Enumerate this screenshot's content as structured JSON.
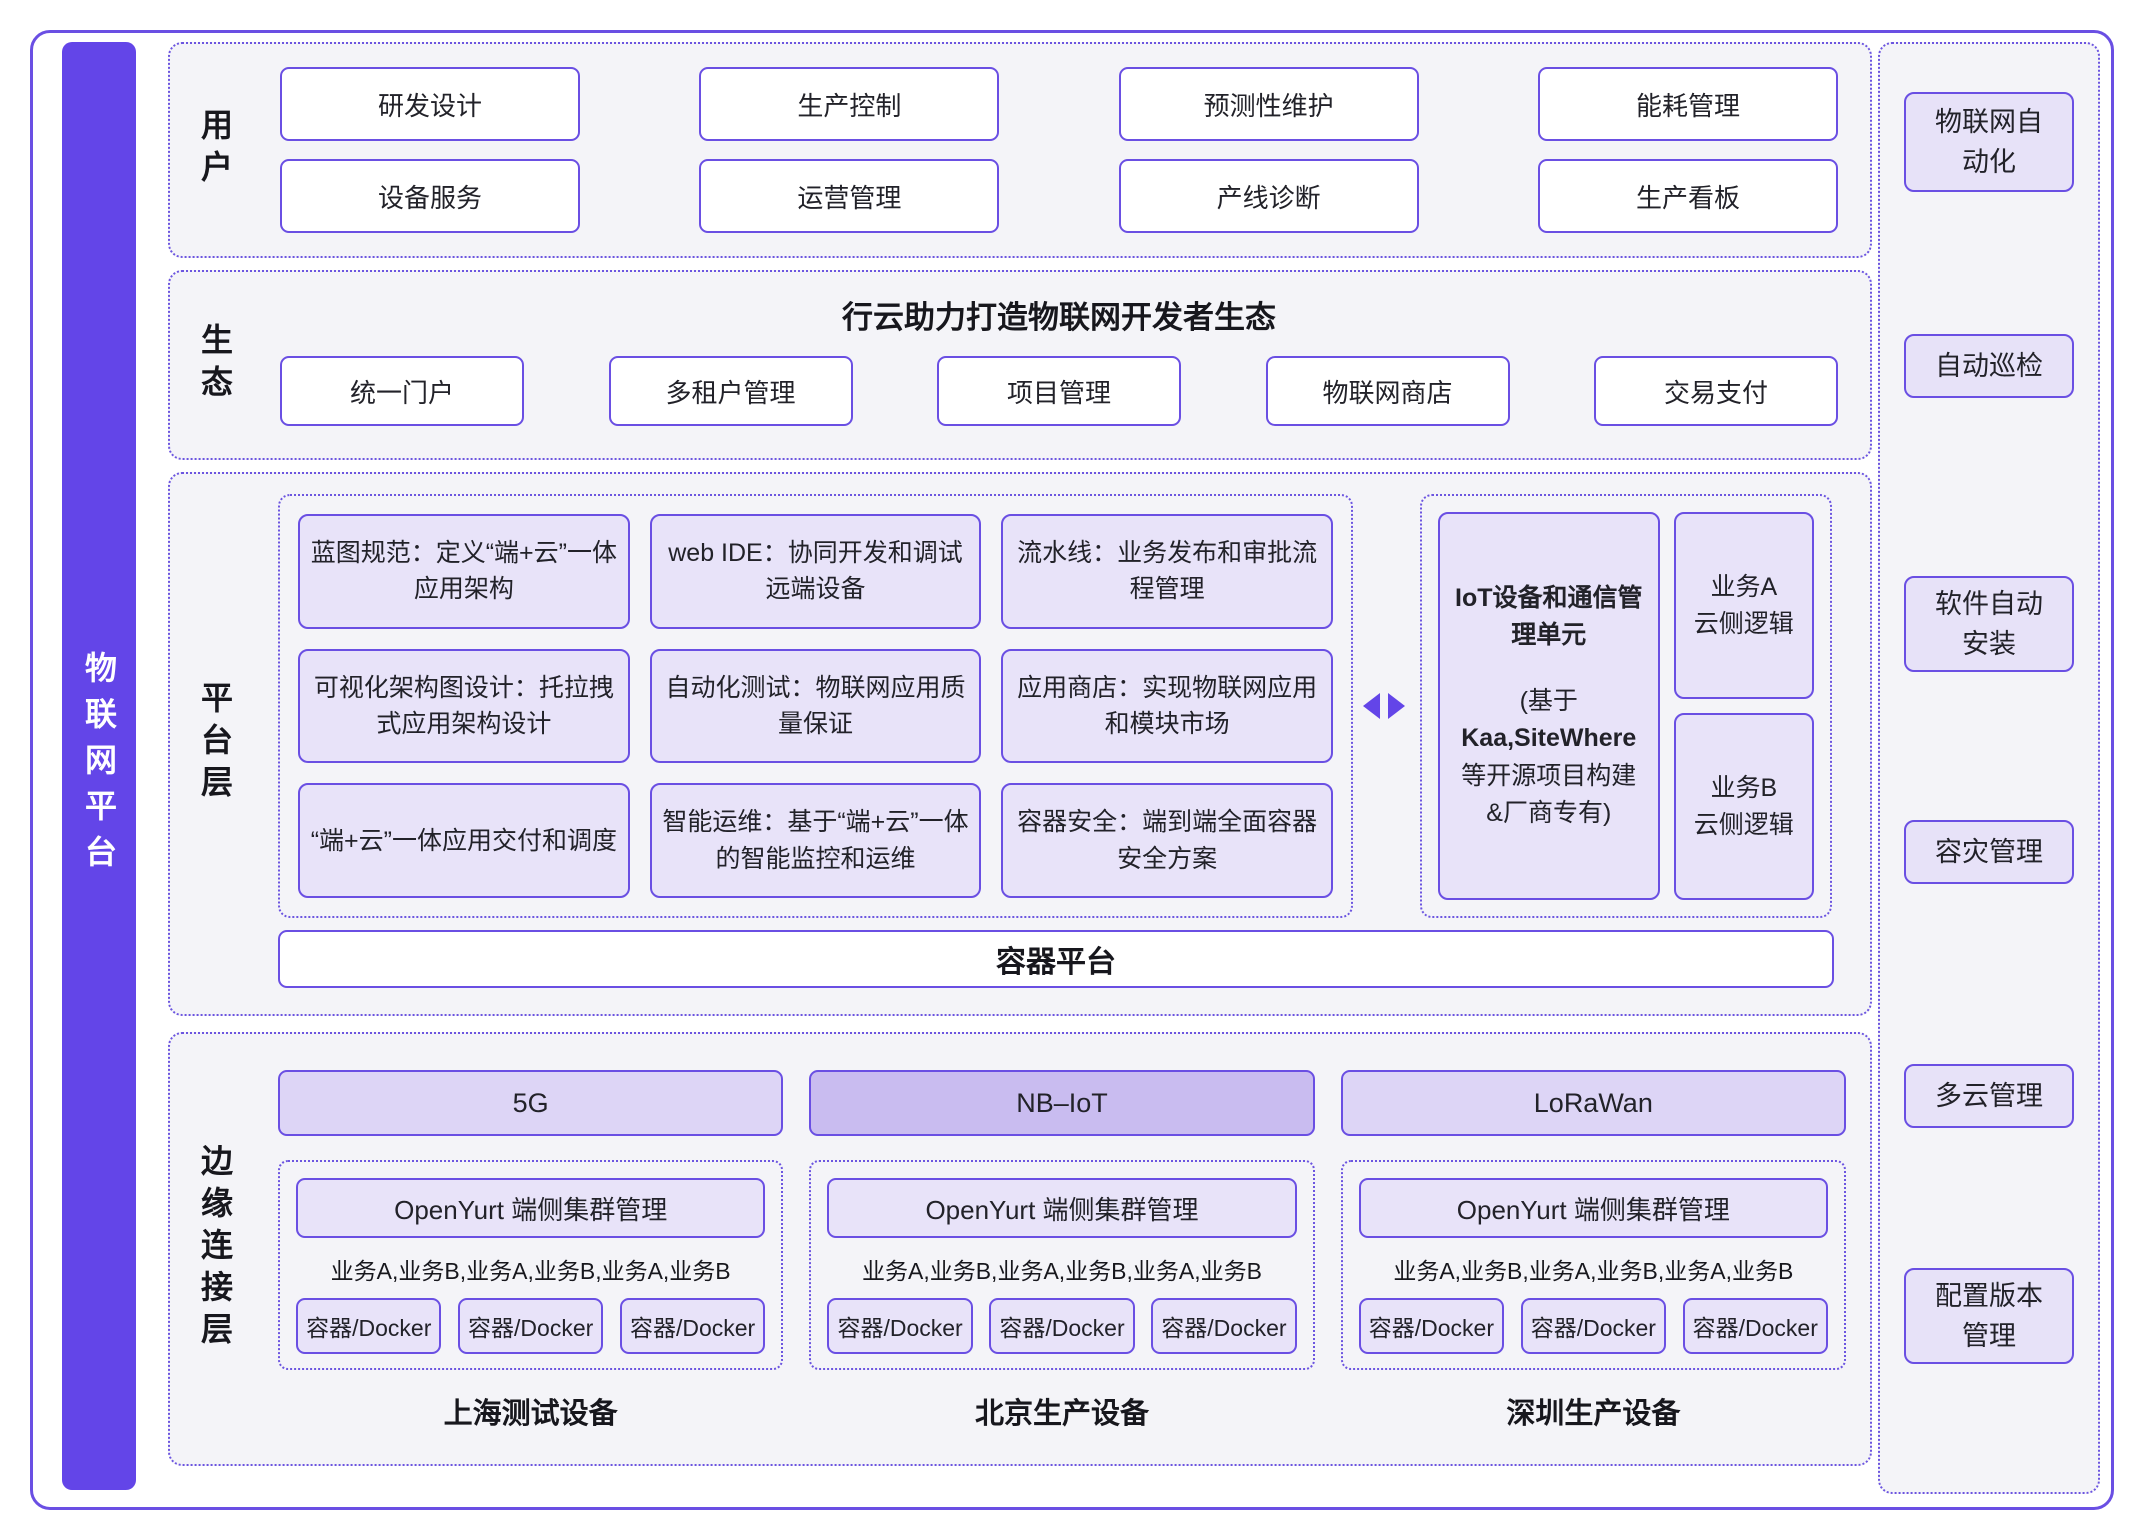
{
  "left_bar": {
    "label": "物联网平台"
  },
  "user_section": {
    "label": "用户",
    "boxes": [
      "研发设计",
      "生产控制",
      "预测性维护",
      "能耗管理",
      "设备服务",
      "运营管理",
      "产线诊断",
      "生产看板"
    ]
  },
  "eco_section": {
    "label": "生态",
    "title": "行云助力打造物联网开发者生态",
    "boxes": [
      "统一门户",
      "多租户管理",
      "项目管理",
      "物联网商店",
      "交易支付"
    ]
  },
  "platform_section": {
    "label": "平台层",
    "boxes": [
      "蓝图规范：定义“端+云”一体应用架构",
      "web IDE：协同开发和调试远端设备",
      "流水线：业务发布和审批流程管理",
      "可视化架构图设计：托拉拽式应用架构设计",
      "自动化测试：物联网应用质量保证",
      "应用商店：实现物联网应用和模块市场",
      "“端+云”一体应用交付和调度",
      "智能运维：基于“端+云”一体的智能监控和运维",
      "容器安全：端到端全面容器安全方案"
    ],
    "iot_unit": {
      "title": "IoT设备和通信管理单元",
      "sub": [
        "(基于",
        "Kaa,SiteWhere",
        "等开源项目构建",
        "&厂商专有)"
      ],
      "side": [
        "业务A\n云侧逻辑",
        "业务B\n云侧逻辑"
      ]
    },
    "container_platform": "容器平台"
  },
  "edge_section": {
    "label": "边缘连接层",
    "columns": [
      {
        "network": "5G",
        "cluster": "OpenYurt 端侧集群管理",
        "services": "业务A,业务B,业务A,业务B,业务A,业务B",
        "containers": [
          "容器/Docker",
          "容器/Docker",
          "容器/Docker"
        ],
        "device": "上海测试设备"
      },
      {
        "network": "NB–IoT",
        "cluster": "OpenYurt 端侧集群管理",
        "services": "业务A,业务B,业务A,业务B,业务A,业务B",
        "containers": [
          "容器/Docker",
          "容器/Docker",
          "容器/Docker"
        ],
        "device": "北京生产设备"
      },
      {
        "network": "LoRaWan",
        "cluster": "OpenYurt 端侧集群管理",
        "services": "业务A,业务B,业务A,业务B,业务A,业务B",
        "containers": [
          "容器/Docker",
          "容器/Docker",
          "容器/Docker"
        ],
        "device": "深圳生产设备"
      }
    ]
  },
  "sidebar": {
    "items": [
      "物联网自\n动化",
      "自动巡检",
      "软件自动\n安装",
      "容灾管理",
      "多云管理",
      "配置版本\n管理"
    ]
  },
  "colors": {
    "accent_purple": "#6345e8",
    "border_purple": "#6a4fe3",
    "lavender_fill": "#e8e3f9",
    "network_fill": "#ddd5f6",
    "nbiot_highlight_fill": "#c9bcf0",
    "section_bg": "#f4f4f8"
  }
}
